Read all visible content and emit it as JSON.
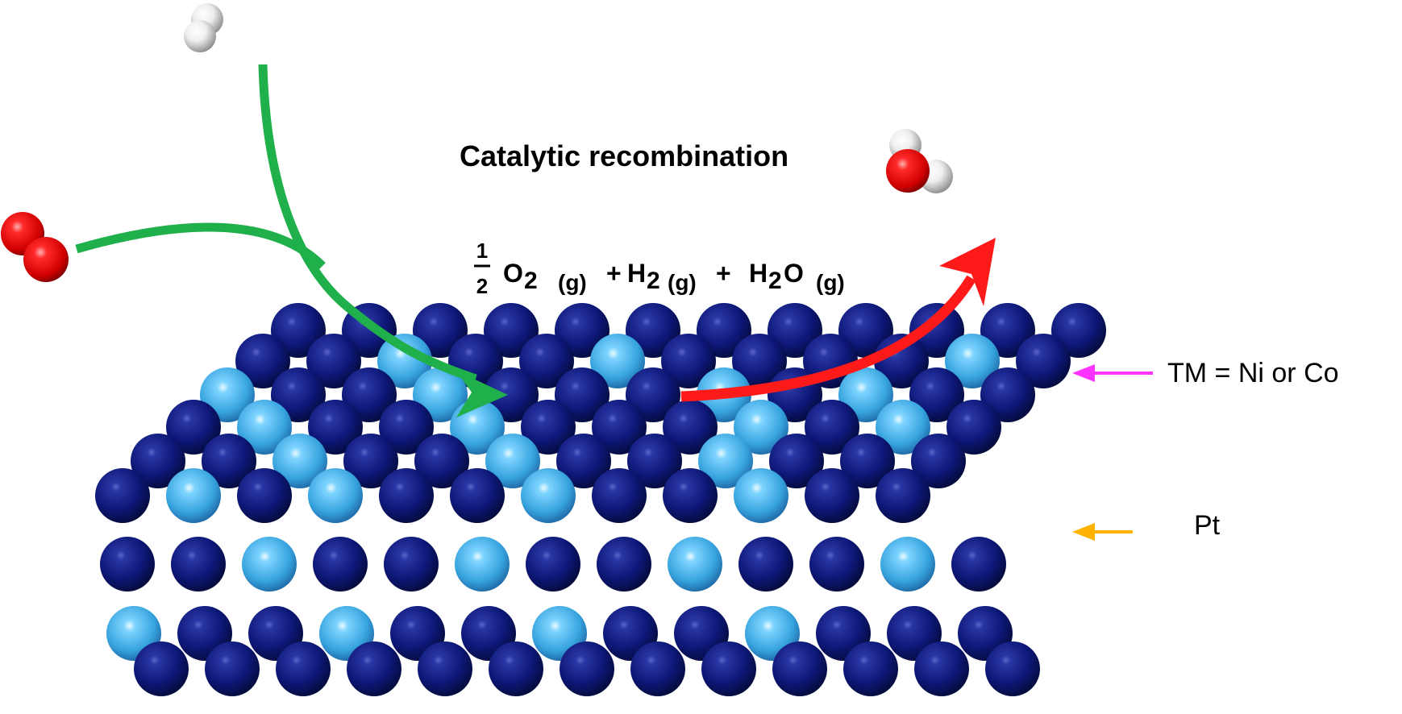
{
  "title": "Catalytic recombination",
  "equation": {
    "frac_num": "1",
    "frac_den": "2",
    "o2": "O",
    "o2_sub": "2",
    "o2_state": "(g)",
    "plus1": "+",
    "h2": "H",
    "h2_sub": "2",
    "h2_state": "(g)",
    "plus2": "+",
    "h2o_h": "H",
    "h2o_sub": "2",
    "h2o_o": "O",
    "h2o_state": "(g)"
  },
  "labels": {
    "tm": "TM = Ni or Co",
    "pt": "Pt"
  },
  "colors": {
    "pt_atom": "#0d1878",
    "tm_atom": "#3aa7e0",
    "oxygen": "#e01010",
    "hydrogen": "#e8e8e8",
    "reactant_arrow": "#1fb04b",
    "product_arrow": "#ff1a1a",
    "tm_pointer": "#ff33ff",
    "pt_pointer": "#ffb300"
  }
}
